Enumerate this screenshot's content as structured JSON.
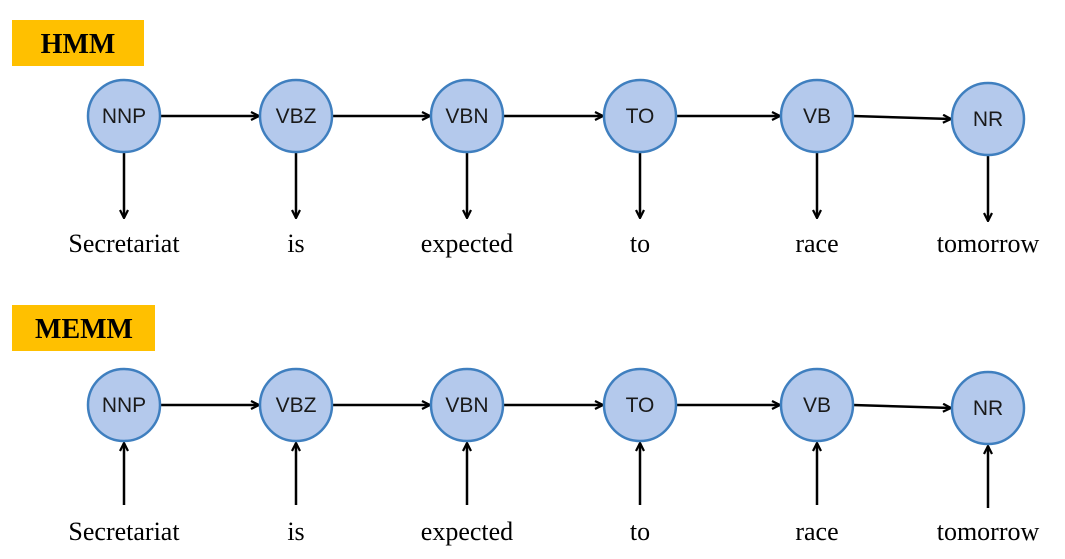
{
  "colors": {
    "label_bg": "#FFC000",
    "node_fill": "#B4C9EC",
    "node_stroke": "#3F7FBF",
    "edge": "#000000"
  },
  "sections": [
    {
      "label": "HMM",
      "emission_direction": "down",
      "tags": [
        "NNP",
        "VBZ",
        "VBN",
        "TO",
        "VB",
        "NR"
      ],
      "words": [
        "Secretariat",
        "is",
        "expected",
        "to",
        "race",
        "tomorrow"
      ]
    },
    {
      "label": "MEMM",
      "emission_direction": "up",
      "tags": [
        "NNP",
        "VBZ",
        "VBN",
        "TO",
        "VB",
        "NR"
      ],
      "words": [
        "Secretariat",
        "is",
        "expected",
        "to",
        "race",
        "tomorrow"
      ]
    }
  ]
}
